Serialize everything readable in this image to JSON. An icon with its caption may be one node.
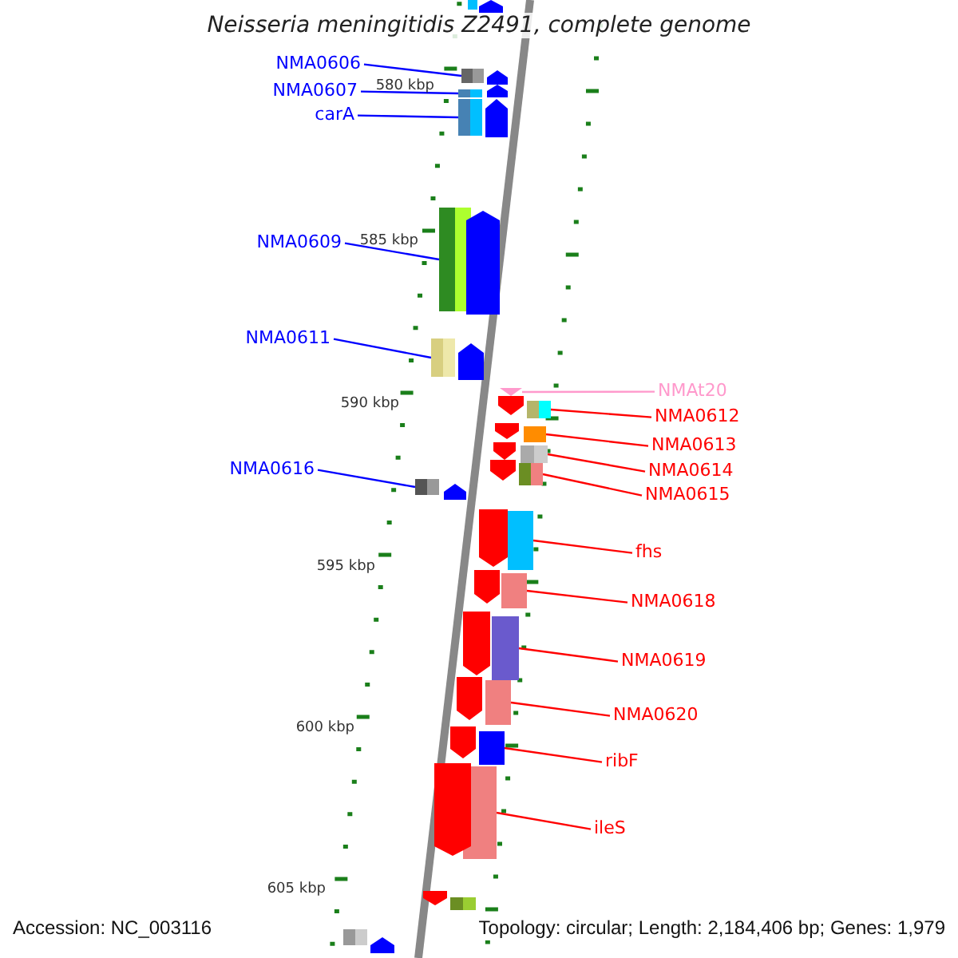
{
  "diagram": {
    "title": "Neisseria meningitidis Z2491, complete genome",
    "nodes": [
      {
        "text": [
          "NMA0606"
        ]
      },
      {
        "text": [
          "NMA0607"
        ]
      },
      {
        "text": [
          "carA"
        ]
      },
      {
        "text": [
          "NMA0609"
        ]
      },
      {
        "text": [
          "NMA0611"
        ]
      },
      {
        "text": [
          "NMA0616"
        ]
      },
      {
        "text": [
          "NMAt20"
        ]
      },
      {
        "text": [
          "NMA0612"
        ]
      },
      {
        "text": [
          "NMA0613"
        ]
      },
      {
        "text": [
          "NMA0614"
        ]
      },
      {
        "text": [
          "NMA0615"
        ]
      },
      {
        "text": [
          "fhs"
        ]
      },
      {
        "text": [
          "NMA0618"
        ]
      },
      {
        "text": [
          "NMA0619"
        ]
      },
      {
        "text": [
          "NMA0620"
        ]
      },
      {
        "text": [
          "ribF"
        ]
      },
      {
        "text": [
          "ileS"
        ]
      },
      {
        "text": [],
        "shape": "bar"
      },
      {
        "text": [],
        "shape": "bar"
      },
      {
        "text": [],
        "shape": "bar"
      },
      {
        "text": [],
        "shape": "bar"
      },
      {
        "text": [],
        "shape": "bar"
      },
      {
        "text": [],
        "shape": "bar"
      },
      {
        "text": [],
        "shape": "triangle"
      },
      {
        "text": [],
        "shape": "bar"
      },
      {
        "text": [],
        "shape": "bar"
      },
      {
        "text": [],
        "shape": "bar"
      },
      {
        "text": [],
        "shape": "bar"
      },
      {
        "text": [],
        "shape": "bar"
      },
      {
        "text": [],
        "shape": "bar"
      },
      {
        "text": [],
        "shape": "bar"
      },
      {
        "text": [],
        "shape": "bar"
      },
      {
        "text": [],
        "shape": "bar"
      },
      {
        "text": [],
        "shape": "bar"
      },
      {
        "text": [],
        "shape": "pentagon"
      },
      {
        "text": [],
        "shape": "pentagon"
      },
      {
        "text": [],
        "shape": "pentagon"
      },
      {
        "text": [],
        "shape": "pentagon"
      },
      {
        "text": [],
        "shape": "pentagon"
      },
      {
        "text": [],
        "shape": "pentagon"
      },
      {
        "text": [],
        "shape": "pentagon"
      },
      {
        "text": [],
        "shape": "pentagon"
      },
      {
        "text": [],
        "shape": "pentagon"
      },
      {
        "text": [],
        "shape": "pentagon"
      },
      {
        "text": [],
        "shape": "pentagon"
      },
      {
        "text": [],
        "shape": "pentagon"
      },
      {
        "text": [],
        "shape": "pentagon"
      },
      {
        "text": [],
        "shape": "pentagon"
      },
      {
        "text": [],
        "shape": "pentagon"
      },
      {
        "text": [],
        "shape": "pentagon"
      },
      {
        "text": [],
        "shape": "pentagon"
      },
      {
        "text": [],
        "shape": "pentagon"
      },
      {
        "text": [],
        "shape": "pentagon"
      },
      {
        "text": [],
        "shape": "bar"
      },
      {
        "text": [],
        "shape": "bar"
      },
      {
        "text": [],
        "shape": "bar"
      }
    ],
    "edges": [
      {
        "from": 0,
        "to": 17,
        "arrow": "none",
        "color": "#0000ff"
      },
      {
        "from": 1,
        "to": 18,
        "arrow": "none",
        "color": "#0000ff"
      },
      {
        "from": 2,
        "to": 19,
        "arrow": "none",
        "color": "#0000ff"
      },
      {
        "from": 3,
        "to": 20,
        "arrow": "none",
        "color": "#0000ff"
      },
      {
        "from": 4,
        "to": 21,
        "arrow": "none",
        "color": "#0000ff"
      },
      {
        "from": 5,
        "to": 22,
        "arrow": "none",
        "color": "#0000ff"
      },
      {
        "from": 6,
        "to": 23,
        "arrow": "none",
        "color": "#ff99cc"
      },
      {
        "from": 7,
        "to": 24,
        "arrow": "none"
      },
      {
        "from": 8,
        "to": 25,
        "arrow": "none"
      },
      {
        "from": 9,
        "to": 26,
        "arrow": "none"
      },
      {
        "from": 10,
        "to": 27,
        "arrow": "none"
      },
      {
        "from": 11,
        "to": 28,
        "arrow": "none"
      },
      {
        "from": 12,
        "to": 29,
        "arrow": "none"
      },
      {
        "from": 13,
        "to": 30,
        "arrow": "none"
      },
      {
        "from": 14,
        "to": 31,
        "arrow": "none"
      },
      {
        "from": 15,
        "to": 32,
        "arrow": "none"
      },
      {
        "from": 16,
        "to": 33,
        "arrow": "none"
      }
    ],
    "labels": [
      "580 kbp",
      "585 kbp",
      "590 kbp",
      "595 kbp",
      "600 kbp",
      "605 kbp",
      "Accession: NC_003116",
      "Topology: circular; Length: 2,184,406 bp; Genes: 1,979"
    ]
  }
}
